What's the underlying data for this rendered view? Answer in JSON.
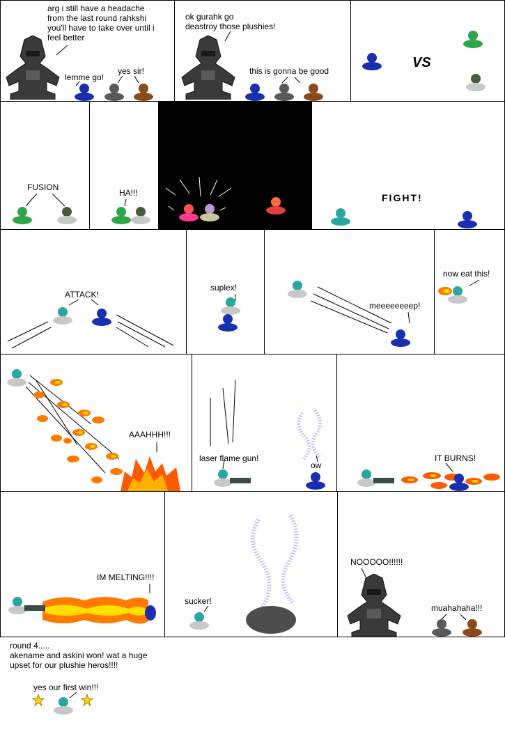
{
  "colors": {
    "boss": "#3a3a3a",
    "blue": "#1a2fb0",
    "green": "#2fa64a",
    "gray": "#5a5a5a",
    "brown": "#8a4a1c",
    "teal": "#2aa7a0",
    "fire": "#ff7a00",
    "smoke": "#c8c8f0"
  },
  "p1": {
    "boss": "arg i still have a headache\nfrom the last round rahkshi\nyou'll have to take over until i\nfeel better",
    "blue": "lemme go!",
    "minions": "yes sir!"
  },
  "p2": {
    "boss": "ok gurahk go\ndeastroy those plushies!",
    "minions": "this is gonna be good"
  },
  "p3": {
    "vs": "VS"
  },
  "p4": {
    "label": "FUSION"
  },
  "p5": {
    "label": "HA!!!"
  },
  "p8": {
    "label": "FIGHT!"
  },
  "p9": {
    "label": "ATTACK!"
  },
  "p10": {
    "label": "suplex!"
  },
  "p11": {
    "label": "meeeeeeeep!"
  },
  "p12": {
    "label": "now eat this!"
  },
  "p13": {
    "label": "AAAHHH!!!"
  },
  "p14": {
    "weapon": "laser flame gun!",
    "reply": "ow"
  },
  "p15": {
    "label": "IT BURNS!"
  },
  "p16": {
    "label": "IM MELTING!!!!"
  },
  "p17": {
    "label": "sucker!"
  },
  "p18": {
    "boss": "NOOOOO!!!!!!",
    "minions": "muahahaha!!!"
  },
  "footer": {
    "round": "round 4.....",
    "result": "akename and askini won! wat a huge\nupset for our plushie heros!!!!",
    "cheer": "yes our first win!!!"
  }
}
